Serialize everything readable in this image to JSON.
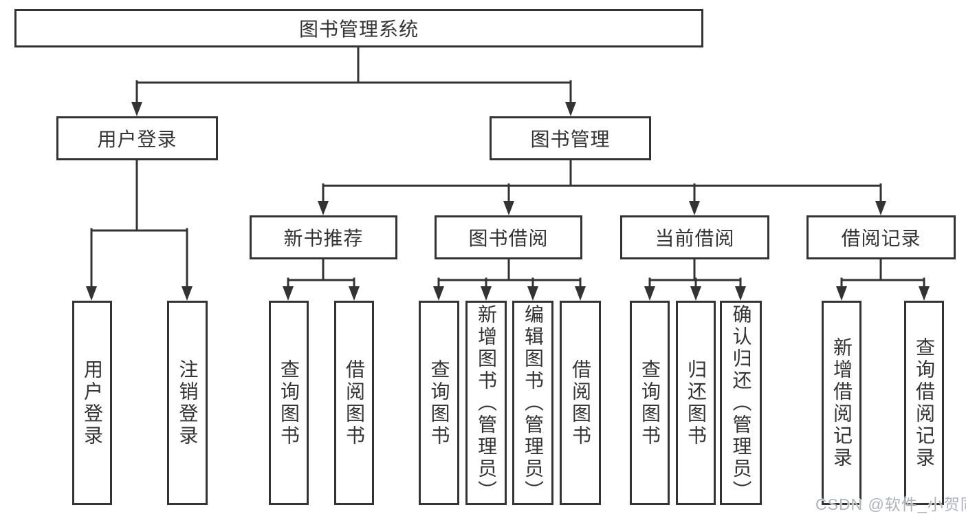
{
  "tree": {
    "root": {
      "label": "图书管理系统",
      "children": [
        {
          "label": "用户登录",
          "children": [
            {
              "label": "用户登录"
            },
            {
              "label": "注销登录"
            }
          ]
        },
        {
          "label": "图书管理",
          "children": [
            {
              "label": "新书推荐",
              "children": [
                {
                  "label": "查询图书"
                },
                {
                  "label": "借阅图书"
                }
              ]
            },
            {
              "label": "图书借阅",
              "children": [
                {
                  "label": "查询图书"
                },
                {
                  "label": "新增图书（管理员）"
                },
                {
                  "label": "编辑图书（管理员）"
                },
                {
                  "label": "借阅图书"
                }
              ]
            },
            {
              "label": "当前借阅",
              "children": [
                {
                  "label": "查询图书"
                },
                {
                  "label": "归还图书"
                },
                {
                  "label": "确认归还（管理员）"
                }
              ]
            },
            {
              "label": "借阅记录",
              "children": [
                {
                  "label": "新增借阅记录"
                },
                {
                  "label": "查询借阅记录"
                }
              ]
            }
          ]
        }
      ]
    }
  },
  "colors": {
    "line": "#333333",
    "text": "#333333",
    "background": "#ffffff",
    "watermark": "#aeb3ba"
  },
  "watermark": {
    "text": "CSDN @软件_小贺同学"
  }
}
